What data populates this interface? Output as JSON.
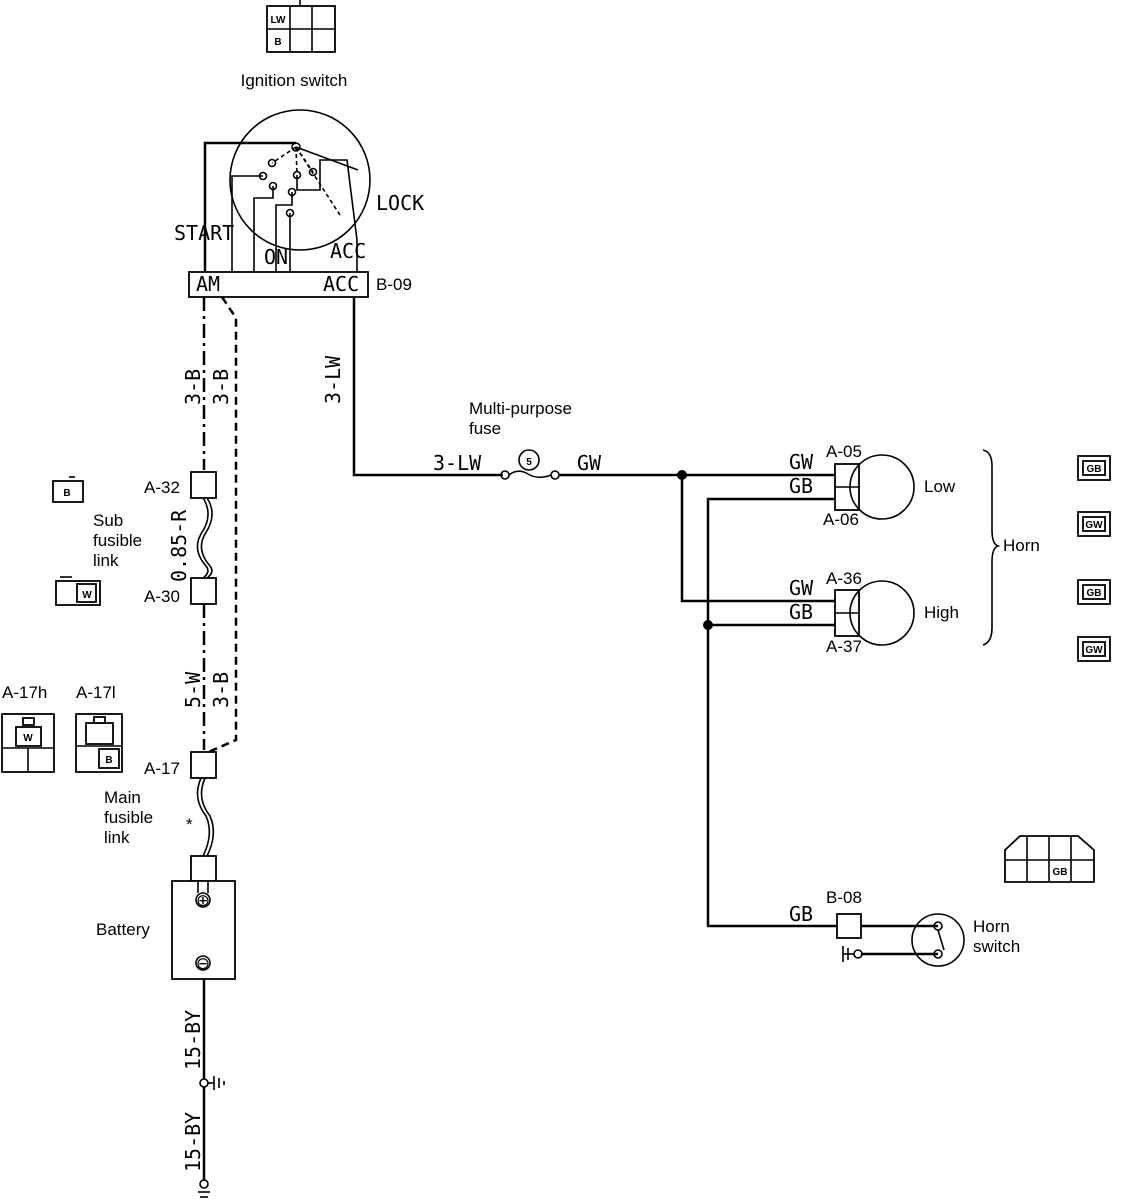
{
  "ignition_switch": {
    "title": "Ignition switch",
    "positions": {
      "start": "START",
      "on": "ON",
      "acc": "ACC",
      "lock": "LOCK"
    },
    "terminals": {
      "am": "AM",
      "acc": "ACC"
    },
    "connector_id": "B-09",
    "connector_pins": [
      "LW",
      "B"
    ]
  },
  "wires": {
    "acc_out": "3-LW",
    "fuse_in": "3-LW",
    "fuse_out": "GW",
    "am_left": "3-B",
    "am_right": "3-B",
    "sub_link": "0.85-R",
    "lower_left": "5-W",
    "lower_right": "3-B",
    "batt_ground_1": "15-BY",
    "batt_ground_2": "15-BY",
    "horn_low_gw": "GW",
    "horn_low_gb": "GB",
    "horn_high_gw": "GW",
    "horn_high_gb": "GB",
    "horn_switch": "GB"
  },
  "fuse": {
    "label_line1": "Multi-purpose",
    "label_line2": "fuse",
    "number": "5"
  },
  "connectors": {
    "a32": "A-32",
    "a30": "A-30",
    "a17": "A-17",
    "a17h": "A-17h",
    "a17l": "A-17l",
    "a05": "A-05",
    "a06": "A-06",
    "a36": "A-36",
    "a37": "A-37",
    "b08": "B-08"
  },
  "connector_pins": {
    "sub_link_b": "B",
    "sub_link_w": "W",
    "a17h": "W",
    "a17l": "B",
    "horn_low_1": "GB",
    "horn_low_2": "GW",
    "horn_high_1": "GB",
    "horn_high_2": "GW",
    "b08": "GB"
  },
  "labels": {
    "sub_link_1": "Sub",
    "sub_link_2": "fusible",
    "sub_link_3": "link",
    "main_link_1": "Main",
    "main_link_2": "fusible",
    "main_link_3": "link",
    "asterisk": "*",
    "battery": "Battery",
    "battery_plus": "⊕",
    "battery_minus": "⊖",
    "horn_low": "Low",
    "horn_high": "High",
    "horn": "Horn",
    "horn_switch_1": "Horn",
    "horn_switch_2": "switch"
  }
}
